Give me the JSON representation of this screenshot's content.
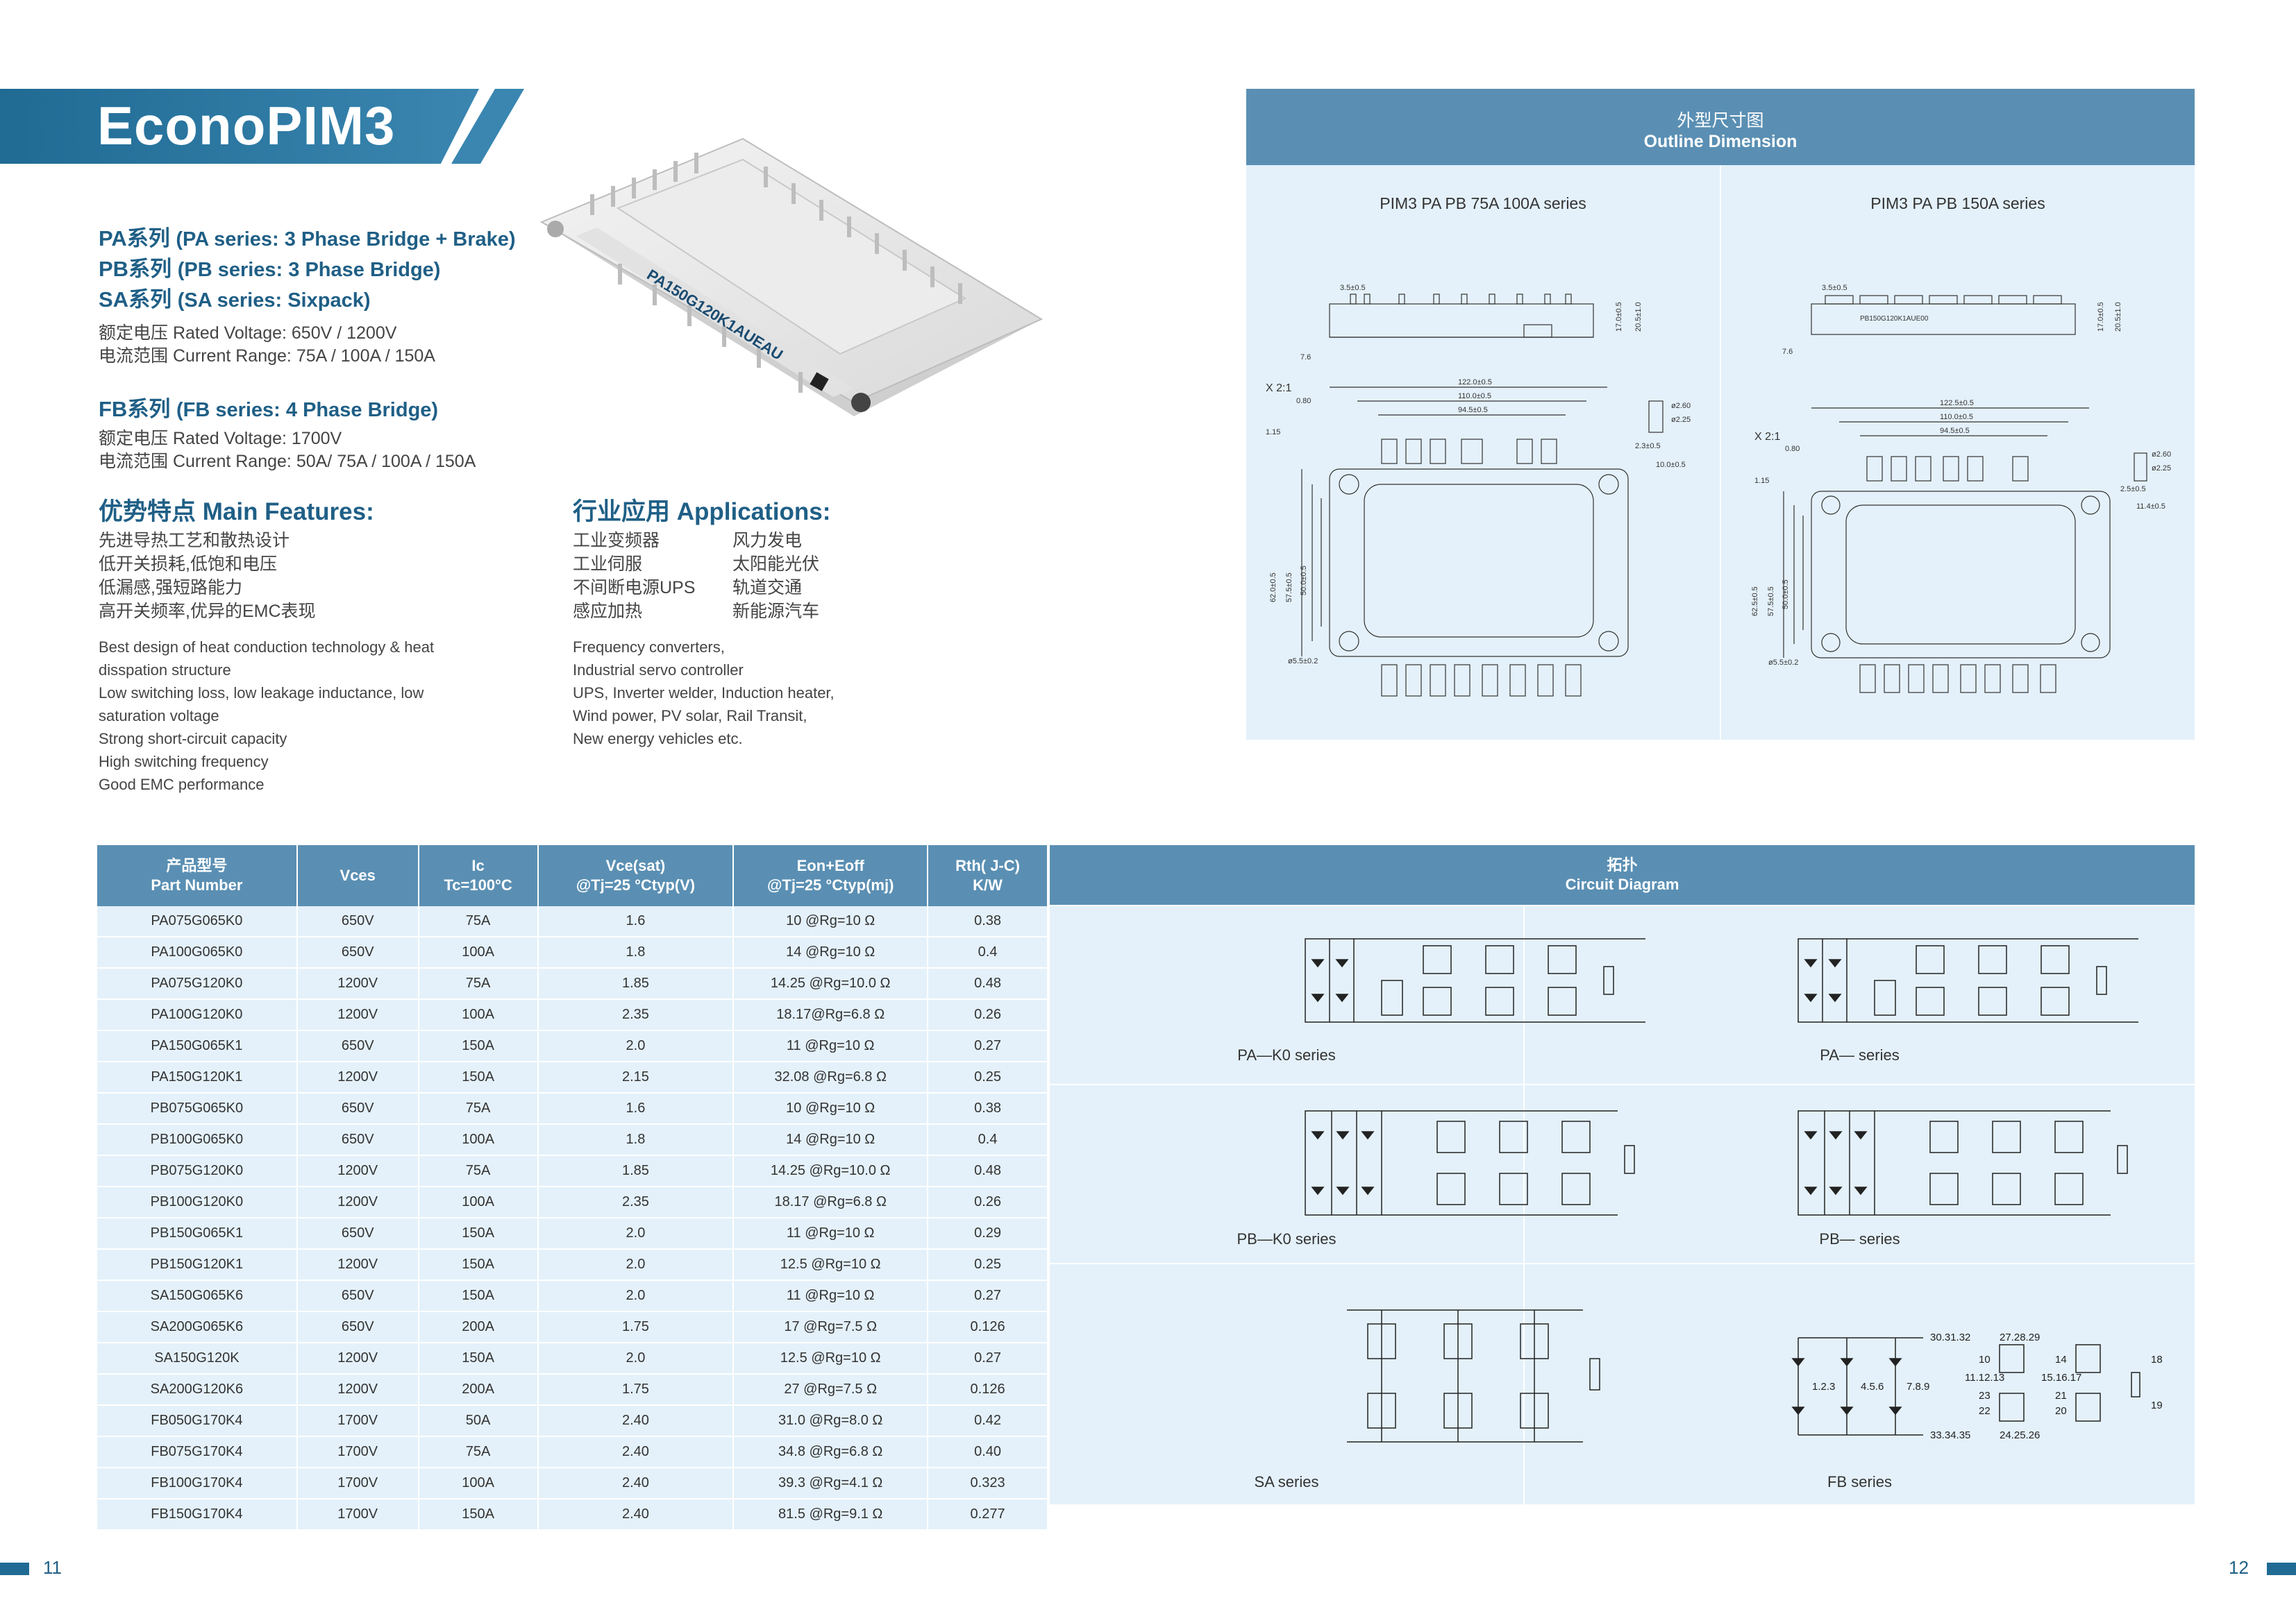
{
  "title": "EconoPIM3",
  "series": [
    {
      "cn": "PA系列",
      "en": "(PA series: 3 Phase Bridge + Brake)"
    },
    {
      "cn": "PB系列",
      "en": "(PB series: 3 Phase Bridge)"
    },
    {
      "cn": "SA系列",
      "en": "(SA series: Sixpack)"
    }
  ],
  "specs_1": [
    "额定电压 Rated Voltage:  650V / 1200V",
    "电流范围 Current Range: 75A / 100A / 150A"
  ],
  "fb_series": {
    "cn": "FB系列",
    "en": "(FB series: 4 Phase Bridge)"
  },
  "specs_2": [
    "额定电压 Rated Voltage: 1700V",
    "电流范围 Current Range: 50A/ 75A / 100A / 150A"
  ],
  "features": {
    "heading": "优势特点 Main Features:",
    "cn": [
      "先进导热工艺和散热设计",
      "低开关损耗,低饱和电压",
      "低漏感,强短路能力",
      "高开关频率,优异的EMC表现"
    ],
    "en": [
      "Best design of heat conduction technology & heat",
      "disspation structure",
      "Low switching loss, low leakage inductance, low",
      "saturation voltage",
      "Strong short-circuit capacity",
      "High switching frequency",
      "Good EMC performance"
    ]
  },
  "applications": {
    "heading": "行业应用 Applications:",
    "cn_left": [
      "工业变频器",
      "工业伺服",
      "不间断电源UPS",
      "感应加热"
    ],
    "cn_right": [
      "风力发电",
      "太阳能光伏",
      "轨道交通",
      "新能源汽车"
    ],
    "en": [
      "Frequency converters,",
      "Industrial servo controller",
      "UPS, Inverter welder, Induction heater,",
      "Wind power, PV solar, Rail Transit,",
      "New energy vehicles etc."
    ]
  },
  "outline": {
    "title_cn": "外型尺寸图",
    "title_en": "Outline Dimension",
    "left_caption": "PIM3 PA PB 75A 100A series",
    "right_caption": "PIM3 PA PB 150A series",
    "left_dims": {
      "pitch": "3.5±0.5",
      "height1": "17.0±0.5",
      "height2": "20.5±1.0",
      "base": "7.6",
      "w1": "122.0±0.5",
      "w2": "110.0±0.5",
      "w3": "94.5±0.5",
      "scale": "X 2:1",
      "h1": "62.0±0.5",
      "h2": "57.5±0.5",
      "h3": "50.0±0.5",
      "hole": "ø5.5±0.2",
      "pin1": "ø2.60",
      "pin2": "ø2.25",
      "d1": "2.3±0.5",
      "d2": "10.0±0.5",
      "t1": "0.80",
      "t2": "1.15"
    },
    "right_dims": {
      "pitch": "3.5±0.5",
      "height1": "17.0±0.5",
      "height2": "20.5±1.0",
      "base": "7.6",
      "w1": "122.5±0.5",
      "w2": "110.0±0.5",
      "w3": "94.5±0.5",
      "scale": "X 2:1",
      "h1": "62.5±0.5",
      "h2": "57.5±0.5",
      "h3": "50.0±0.5",
      "hole": "ø5.5±0.2",
      "pin1": "ø2.60",
      "pin2": "ø2.25",
      "d1": "2.5±0.5",
      "d2": "11.4±0.5",
      "t1": "0.80",
      "t2": "1.15",
      "marking": "PB150G120K1AUE00"
    }
  },
  "table": {
    "headers": [
      {
        "l1": "产品型号",
        "l2": "Part Number"
      },
      {
        "l1": "Vces",
        "l2": ""
      },
      {
        "l1": "Ic",
        "l2": "Tc=100°C"
      },
      {
        "l1": "Vce(sat)",
        "l2": "@Tj=25 °Ctyp(V)"
      },
      {
        "l1": "Eon+Eoff",
        "l2": "@Tj=25 °Ctyp(mj)"
      },
      {
        "l1": "Rth( J-C)",
        "l2": "K/W"
      }
    ],
    "circuit_head": {
      "l1": "拓扑",
      "l2": "Circuit Diagram"
    },
    "rows": [
      [
        "PA075G065K0",
        "650V",
        "75A",
        "1.6",
        "10 @Rg=10 Ω",
        "0.38"
      ],
      [
        "PA100G065K0",
        "650V",
        "100A",
        "1.8",
        "14 @Rg=10 Ω",
        "0.4"
      ],
      [
        "PA075G120K0",
        "1200V",
        "75A",
        "1.85",
        "14.25 @Rg=10.0 Ω",
        "0.48"
      ],
      [
        "PA100G120K0",
        "1200V",
        "100A",
        "2.35",
        "18.17@Rg=6.8 Ω",
        "0.26"
      ],
      [
        "PA150G065K1",
        "650V",
        "150A",
        "2.0",
        "11 @Rg=10 Ω",
        "0.27"
      ],
      [
        "PA150G120K1",
        "1200V",
        "150A",
        "2.15",
        "32.08 @Rg=6.8 Ω",
        "0.25"
      ],
      [
        "PB075G065K0",
        "650V",
        "75A",
        "1.6",
        "10 @Rg=10 Ω",
        "0.38"
      ],
      [
        "PB100G065K0",
        "650V",
        "100A",
        "1.8",
        "14 @Rg=10 Ω",
        "0.4"
      ],
      [
        "PB075G120K0",
        "1200V",
        "75A",
        "1.85",
        "14.25 @Rg=10.0 Ω",
        "0.48"
      ],
      [
        "PB100G120K0",
        "1200V",
        "100A",
        "2.35",
        "18.17 @Rg=6.8 Ω",
        "0.26"
      ],
      [
        "PB150G065K1",
        "650V",
        "150A",
        "2.0",
        "11 @Rg=10 Ω",
        "0.29"
      ],
      [
        "PB150G120K1",
        "1200V",
        "150A",
        "2.0",
        "12.5 @Rg=10 Ω",
        "0.25"
      ],
      [
        "SA150G065K6",
        "650V",
        "150A",
        "2.0",
        "11 @Rg=10 Ω",
        "0.27"
      ],
      [
        "SA200G065K6",
        "650V",
        "200A",
        "1.75",
        "17 @Rg=7.5 Ω",
        "0.126"
      ],
      [
        "SA150G120K",
        "1200V",
        "150A",
        "2.0",
        "12.5 @Rg=10 Ω",
        "0.27"
      ],
      [
        "SA200G120K6",
        "1200V",
        "200A",
        "1.75",
        "27 @Rg=7.5 Ω",
        "0.126"
      ],
      [
        "FB050G170K4",
        "1700V",
        "50A",
        "2.40",
        "31.0 @Rg=8.0 Ω",
        "0.42"
      ],
      [
        "FB075G170K4",
        "1700V",
        "75A",
        "2.40",
        "34.8 @Rg=6.8 Ω",
        "0.40"
      ],
      [
        "FB100G170K4",
        "1700V",
        "100A",
        "2.40",
        "39.3 @Rg=4.1 Ω",
        "0.323"
      ],
      [
        "FB150G170K4",
        "1700V",
        "150A",
        "2.40",
        "81.5 @Rg=9.1 Ω",
        "0.277"
      ]
    ],
    "circuit_captions": [
      "PA—K0 series",
      "PA— series",
      "PB—K0 series",
      "PB— series",
      "SA series",
      "FB series"
    ],
    "fb_labels": [
      "30.31.32",
      "27.28.29",
      "10",
      "14",
      "18",
      "11.12.13",
      "15.16.17",
      "1.2.3",
      "4.5.6",
      "7.8.9",
      "23",
      "21",
      "22",
      "20",
      "19",
      "33.34.35",
      "24.25.26"
    ]
  },
  "page_left": "11",
  "page_right": "12",
  "colors": {
    "primary": "#1f6b94",
    "header": "#5a8fb3",
    "cell": "#e4f1fa",
    "text": "#1f5f86"
  }
}
